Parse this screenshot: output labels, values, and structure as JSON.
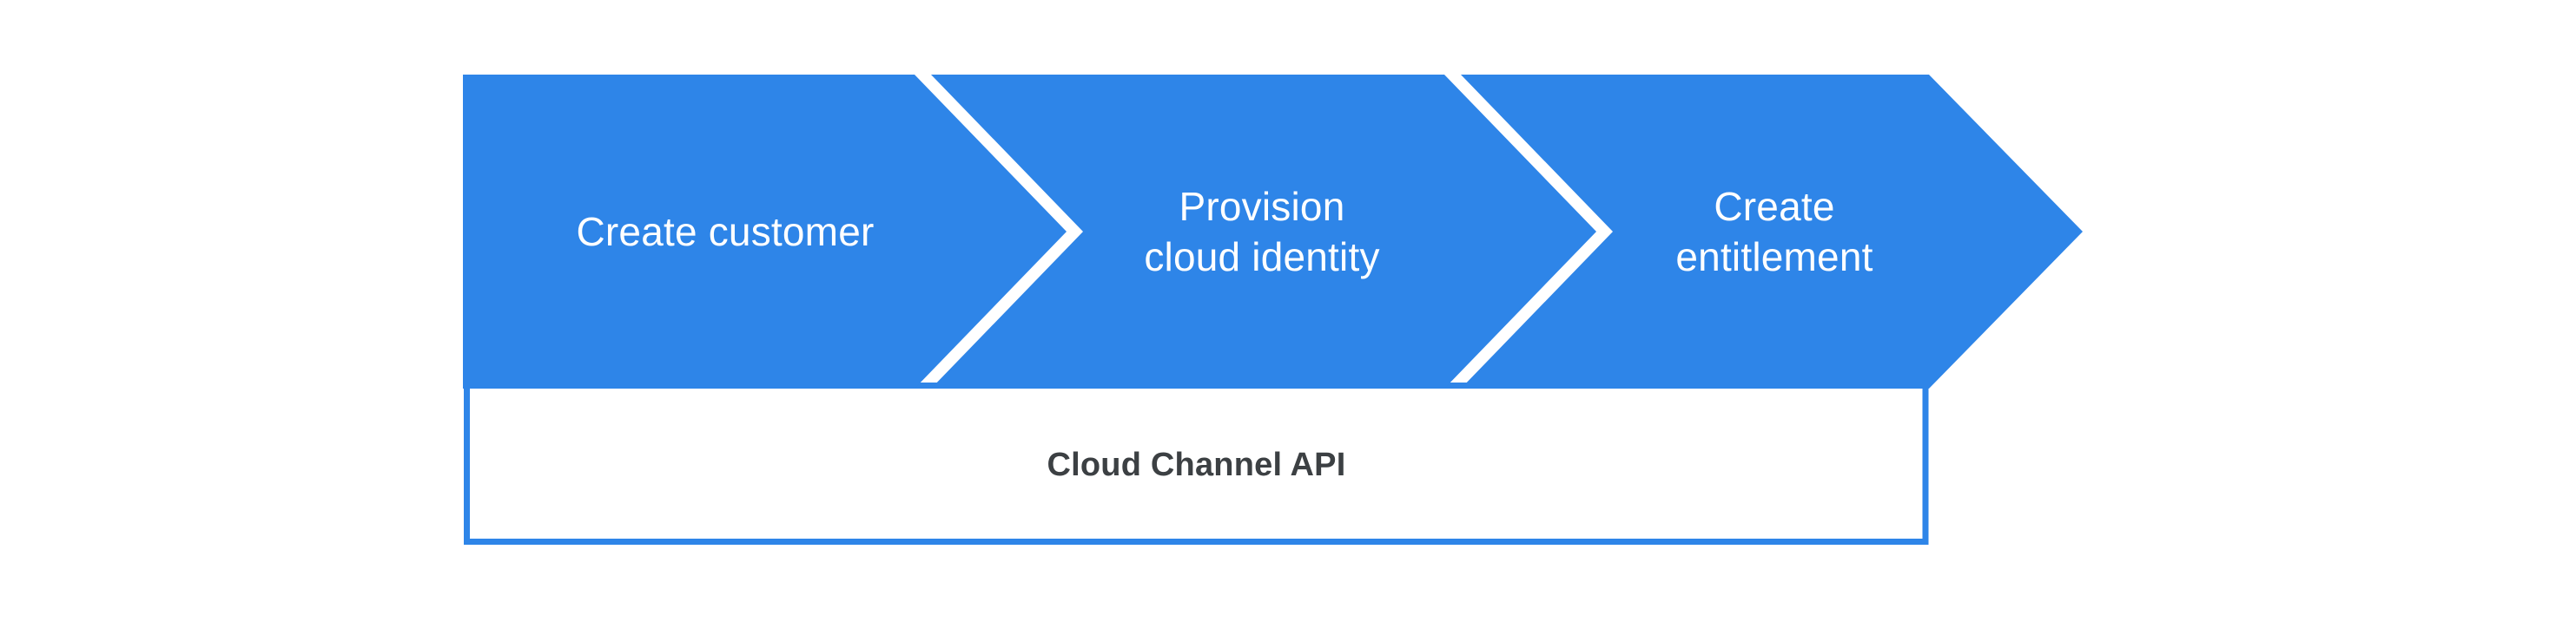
{
  "diagram": {
    "type": "process-flow",
    "steps": [
      {
        "label": "Create customer"
      },
      {
        "label": "Provision\ncloud identity"
      },
      {
        "label": "Create\nentitlement"
      }
    ],
    "api_box": {
      "label": "Cloud Channel API"
    },
    "colors": {
      "step_fill": "#2e85e8",
      "step_text": "#ffffff",
      "box_fill": "#ffffff",
      "box_border": "#2e85e8",
      "box_text": "#3c4043",
      "background": "#ffffff"
    }
  }
}
